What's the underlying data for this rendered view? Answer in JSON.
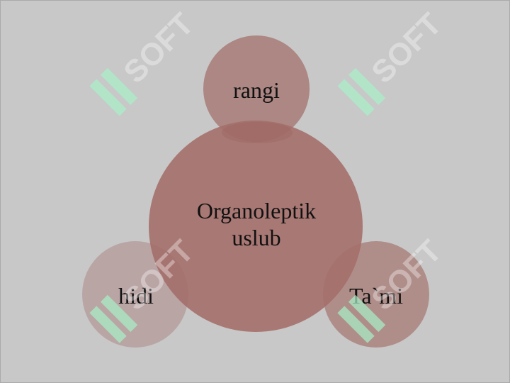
{
  "diagram": {
    "center": {
      "label_line1": "Organoleptik",
      "label_line2": "uslub",
      "color": "#a46f6a"
    },
    "top": {
      "label": "rangi",
      "color": "#a97f7b"
    },
    "left": {
      "label": "hidi",
      "color": "#b59a9a"
    },
    "right": {
      "label": "Ta`mi",
      "color": "#a97f7b"
    }
  },
  "watermark": {
    "text": "SOFT",
    "icon_color": "#a8f0c8"
  }
}
